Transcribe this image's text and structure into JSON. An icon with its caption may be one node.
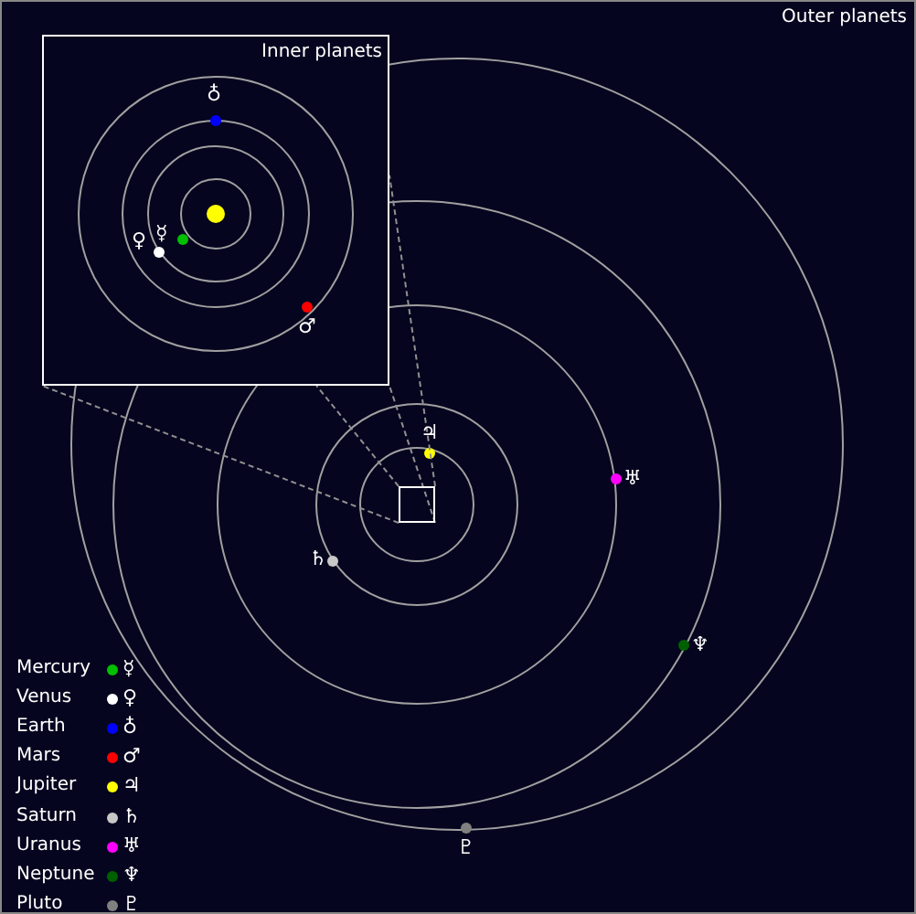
{
  "diagram": {
    "title": "Outer planets",
    "nodes": [
      {
        "text": [
          "Inner planets"
        ]
      },
      {
        "text": [],
        "shape": "box"
      }
    ],
    "edges": [
      {
        "from": 1,
        "to": 0,
        "arrow": "none",
        "style": "dashed"
      },
      {
        "from": 1,
        "to": 0,
        "arrow": "none",
        "style": "dashed"
      },
      {
        "from": 1,
        "to": 0,
        "arrow": "none",
        "style": "dashed"
      },
      {
        "from": 1,
        "to": 0,
        "arrow": "none",
        "style": "dashed"
      }
    ],
    "labels": [
      "♁",
      "☿",
      "♀",
      "♂",
      "♃",
      "♅",
      "♄",
      "♆",
      "♇",
      "☿",
      "♀",
      "♁",
      "♂",
      "♃",
      "♄",
      "♅",
      "♆",
      "♇"
    ],
    "legend": [
      {
        "text": "Mercury",
        "color": "#00c000"
      },
      {
        "text": "Venus",
        "color": "#ffffff"
      },
      {
        "text": "Earth",
        "color": "#0000ff"
      },
      {
        "text": "Mars",
        "color": "#ff0000"
      },
      {
        "text": "Jupiter",
        "color": "#ffff00"
      },
      {
        "text": "Saturn",
        "color": "#c8c8c8"
      },
      {
        "text": "Uranus",
        "color": "#ff00ff"
      },
      {
        "text": "Neptune",
        "color": "#006000"
      },
      {
        "text": "Pluto",
        "color": "#808080"
      }
    ]
  }
}
